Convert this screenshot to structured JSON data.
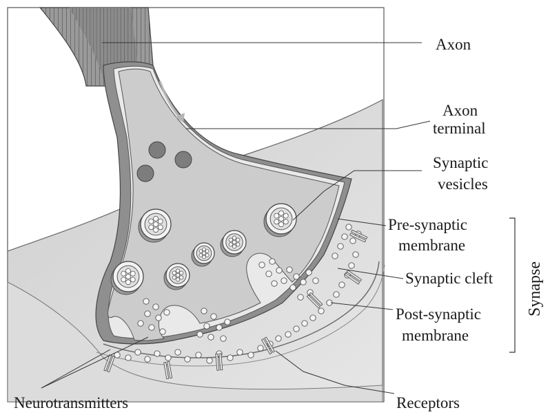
{
  "labels": {
    "axon": "Axon",
    "axon_terminal_1": "Axon",
    "axon_terminal_2": "terminal",
    "synaptic_vesicles_1": "Synaptic",
    "synaptic_vesicles_2": "vesicles",
    "pre_synaptic_1": "Pre-synaptic",
    "pre_synaptic_2": "membrane",
    "synaptic_cleft": "Synaptic cleft",
    "post_synaptic_1": "Post-synaptic",
    "post_synaptic_2": "membrane",
    "synapse": "Synapse",
    "neurotransmitters": "Neurotransmitters",
    "receptors": "Receptors"
  },
  "colors": {
    "background": "#ffffff",
    "dendrite": "#d0d0d0",
    "dendrite_light": "#e2e2e2",
    "terminal": "#c8c8c8",
    "axon_dark": "#8e8e8e",
    "membrane": "#e8e8e8",
    "vesicle_dark": "#7d7d7d",
    "arrow": "#b5b5b5",
    "line": "#333333"
  }
}
